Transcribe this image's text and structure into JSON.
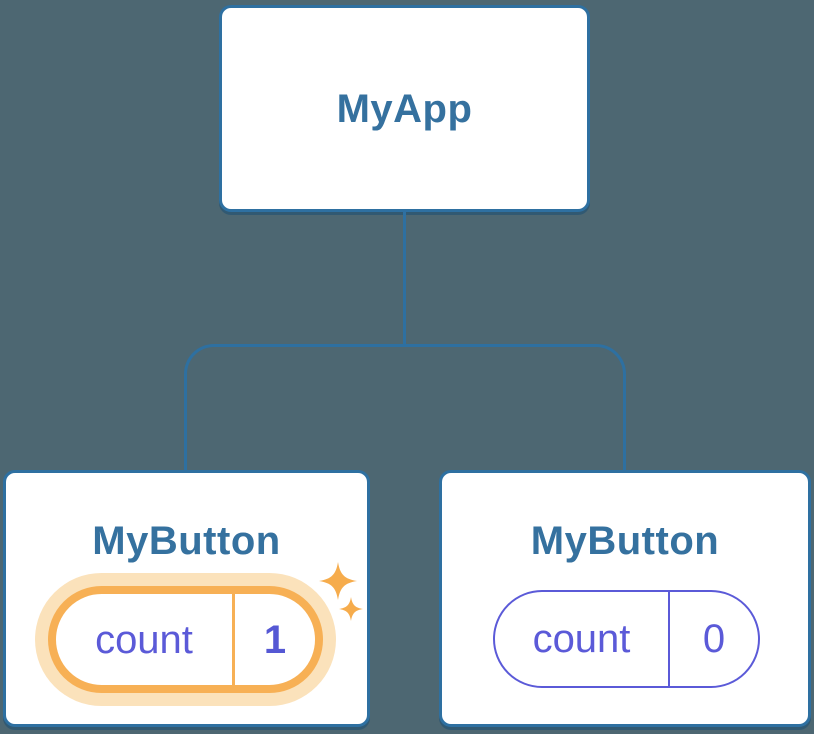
{
  "diagram": {
    "title": "component-tree",
    "background_color": "#4D6772",
    "root": {
      "label": "MyApp"
    },
    "children": [
      {
        "label": "MyButton",
        "state": {
          "name": "count",
          "value": "1"
        },
        "highlighted": true,
        "highlight_icon": "sparkles-icon"
      },
      {
        "label": "MyButton",
        "state": {
          "name": "count",
          "value": "0"
        },
        "highlighted": false
      }
    ],
    "colors": {
      "node_border_blue": "#2E70A1",
      "node_text_blue": "#35719F",
      "connector_blue": "#2E70A1",
      "state_purple": "#5B5AD8",
      "highlight_orange": "#F7B055",
      "highlight_glow": "#FBE2BB",
      "canvas_background": "#4D6772"
    }
  }
}
